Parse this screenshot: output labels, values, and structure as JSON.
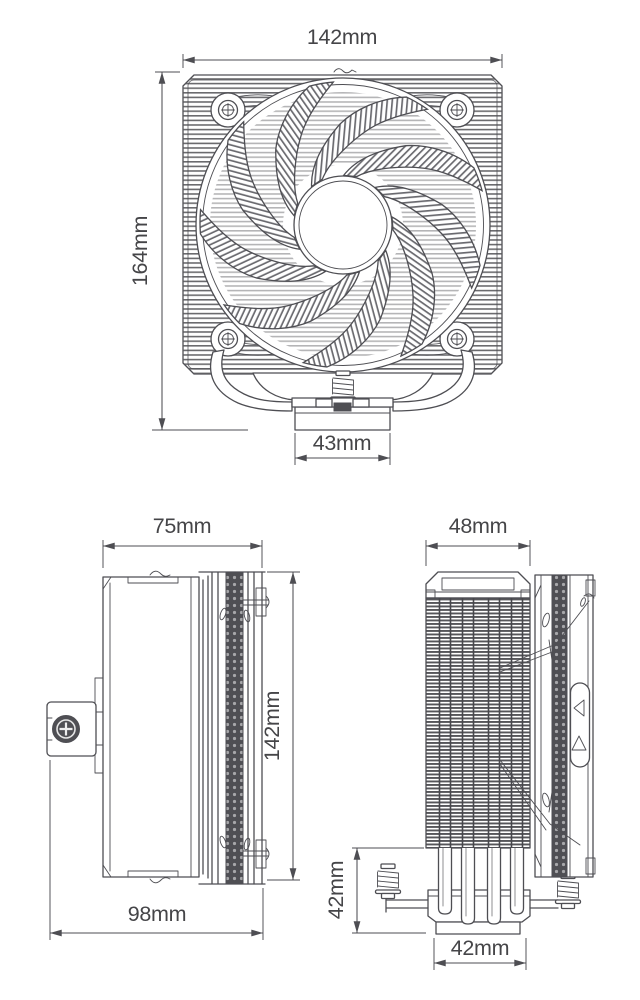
{
  "colors": {
    "line": "#4e4e53",
    "text": "#454548",
    "background": "#ffffff"
  },
  "views": {
    "front": {
      "width": "142mm",
      "height": "164mm",
      "base_width": "43mm"
    },
    "side": {
      "top_width": "75mm",
      "height": "142mm",
      "total_depth": "98mm"
    },
    "rear": {
      "fin_width": "48mm",
      "base_height": "42mm",
      "base_width": "42mm"
    }
  }
}
